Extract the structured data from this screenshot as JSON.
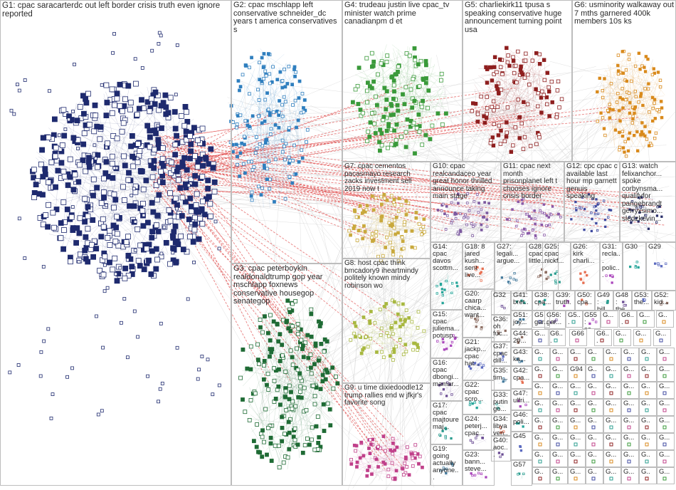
{
  "groups": [
    {
      "id": "G1",
      "label": "G1: cpac saracarterdc out left border crisis truth even ignore reported"
    },
    {
      "id": "G2",
      "label": "G2: cpac mschlapp left conservative schneider_dc years t america conservatives s"
    },
    {
      "id": "G3",
      "label": "G3: cpac peterboykin realdonaldtrump gop year mschlapp foxnews conservative housegop senategop"
    },
    {
      "id": "G4",
      "label": "G4: trudeau justin live cpac_tv minister watch prime canadianpm d et"
    },
    {
      "id": "G5",
      "label": "G5: charliekirk11 tpusa s speaking conservative huge announcement turning point usa"
    },
    {
      "id": "G6",
      "label": "G6: usminority walkaway out 7 mths garnered 400k members 10s ks"
    },
    {
      "id": "G7",
      "label": "G7: cpac cementos pacasmayo research zacks investment sell 2019 now t"
    },
    {
      "id": "G8",
      "label": "G8: host cpac think bmcadory9 iheartmindy politely known mindy robinson wo"
    },
    {
      "id": "G9",
      "label": "G9: u time dixiedoodle12 trump rallies end w jfkjr's favorite song"
    },
    {
      "id": "G10",
      "label": "G10: cpac realcandaceo year great honor thrilled announce taking main stage"
    },
    {
      "id": "G11",
      "label": "G11: cpac next month prisonplanet left t chooses ignore crisis border"
    },
    {
      "id": "G12",
      "label": "G12: cpc cpac c available last hour mp garnett genuis speaking"
    },
    {
      "id": "G13",
      "label": "G13: watch felixanchor... spoke corbynsma... qualifyfor pangebrandt gerryxsimo... sledzkevin..."
    },
    {
      "id": "G14",
      "label": "G14: cpac davos scottm..."
    },
    {
      "id": "G15",
      "label": "G15: cpac juliema... potusp..."
    },
    {
      "id": "G16",
      "label": "G16: cpac dbongi... mamar..."
    },
    {
      "id": "G17",
      "label": "G17: cpac majtoure maj..."
    },
    {
      "id": "G18",
      "label": "G18: 8 jared kush... sent live..."
    },
    {
      "id": "G19",
      "label": "G19: going actually anyone..."
    },
    {
      "id": "G20",
      "label": "G20: caarp chica... want..."
    },
    {
      "id": "G21",
      "label": "G21: jackp... cpac hat..."
    },
    {
      "id": "G22",
      "label": "G22: cpac scro..."
    },
    {
      "id": "G23",
      "label": "G23: bann... steve..."
    },
    {
      "id": "G24",
      "label": "G24: peterj... cpac..."
    },
    {
      "id": "G25",
      "label": "G25: cpac nickf..."
    },
    {
      "id": "G26",
      "label": "G26: kirk charli..."
    },
    {
      "id": "G27",
      "label": "G27: legali... argue..."
    },
    {
      "id": "G28",
      "label": "G28: cpac little..."
    },
    {
      "id": "G29",
      "label": "G29"
    },
    {
      "id": "G30",
      "label": "G30"
    },
    {
      "id": "G31",
      "label": "G31: recla... polic..."
    },
    {
      "id": "G32",
      "label": "G32"
    },
    {
      "id": "G33",
      "label": "G33: putin go..."
    },
    {
      "id": "G34",
      "label": "G34: libya ven..."
    },
    {
      "id": "G35",
      "label": "G35: tim..."
    },
    {
      "id": "G36",
      "label": "G36: oh fuc..."
    },
    {
      "id": "G37",
      "label": "G37: cpac dill..."
    },
    {
      "id": "G38",
      "label": "G38: cpa..."
    },
    {
      "id": "G39",
      "label": "G39: truth..."
    },
    {
      "id": "G40",
      "label": "G40: aoc..."
    },
    {
      "id": "G41",
      "label": "G41: bret..."
    },
    {
      "id": "G42",
      "label": "G42: cpa..."
    },
    {
      "id": "G43",
      "label": "G43: ka..."
    },
    {
      "id": "G44",
      "label": "G44: 20..."
    },
    {
      "id": "G45",
      "label": "G45"
    },
    {
      "id": "G46",
      "label": "G46: poli..."
    },
    {
      "id": "G47",
      "label": "G47: ulfri..."
    },
    {
      "id": "G48",
      "label": "G48: the..."
    },
    {
      "id": "G49",
      "label": "G49: bill..."
    },
    {
      "id": "G50",
      "label": "G50: cpa..."
    },
    {
      "id": "G51",
      "label": "G51: joy..."
    },
    {
      "id": "G52",
      "label": "G52: kid..."
    },
    {
      "id": "G53",
      "label": "G53: the..."
    },
    {
      "id": "G55",
      "label": "G55: sa..."
    },
    {
      "id": "G56",
      "label": "G56: gar..."
    },
    {
      "id": "G57",
      "label": "G57"
    }
  ],
  "fragments": {
    "G5a": "G5 gar...",
    "G5b": "G5...",
    "G6": "G6...",
    "G66": "G66",
    "G94": "G94",
    "G": "G...",
    "Gp": "G.."
  },
  "colors": {
    "G1": "#1e2a6e",
    "G2": "#2f7fbf",
    "G3": "#1f6b35",
    "G4": "#3a9a3a",
    "G5": "#8e1f1f",
    "G6": "#d98a1c",
    "G7": "#c9a93c",
    "G8": "#a8b840",
    "G9": "#c0408a",
    "G10": "#7d5aa0",
    "G11": "#8a5aa8",
    "G12": "#3f4aa0",
    "G13": "#2a2f6a",
    "edge": "#e04848",
    "grid": "#bdbdbd"
  }
}
